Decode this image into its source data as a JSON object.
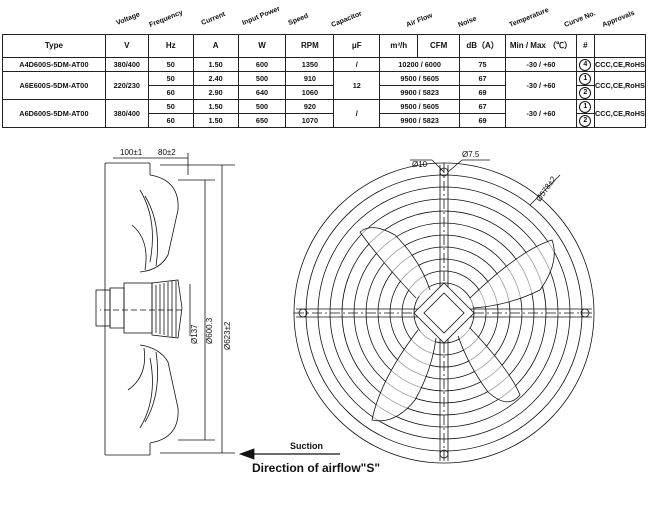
{
  "headers": [
    "Voltage",
    "Frequency",
    "Current",
    "Input Power",
    "Speed",
    "Capacitor",
    "Air Flow",
    "Noise",
    "Temperature",
    "Curve No.",
    "Approvals"
  ],
  "units": {
    "type": "Type",
    "voltage": "V",
    "freq": "Hz",
    "current": "A",
    "power": "W",
    "speed": "RPM",
    "cap": "μF",
    "air_m3": "m³/h",
    "air_sep": "/",
    "air_cfm": "CFM",
    "noise": "dB（A）",
    "temp": "Min / Max （℃）",
    "curve": "#"
  },
  "rows": [
    {
      "type": "A4D600S-5DM-AT00",
      "voltage": "380/400",
      "freq": "50",
      "current": "1.50",
      "power": "600",
      "speed": "1350",
      "cap": "/",
      "air": "10200 / 6000",
      "noise": "75",
      "temp": "-30 / +60",
      "curve": "4",
      "approvals": "CCC,CE,RoHS"
    },
    {
      "type": "A6E600S-5DM-AT00",
      "voltage": "220/230",
      "cap": "12",
      "temp": "-30 / +60",
      "approvals": "CCC,CE,RoHS",
      "sub": [
        {
          "freq": "50",
          "current": "2.40",
          "power": "500",
          "speed": "910",
          "air": "9500 / 5605",
          "noise": "67",
          "curve": "1"
        },
        {
          "freq": "60",
          "current": "2.90",
          "power": "640",
          "speed": "1060",
          "air": "9900 / 5823",
          "noise": "69",
          "curve": "2"
        }
      ]
    },
    {
      "type": "A6D600S-5DM-AT00",
      "voltage": "380/400",
      "cap": "/",
      "temp": "-30 / +60",
      "approvals": "CCC,CE,RoHS",
      "sub": [
        {
          "freq": "50",
          "current": "1.50",
          "power": "500",
          "speed": "920",
          "air": "9500 / 5605",
          "noise": "67",
          "curve": "1"
        },
        {
          "freq": "60",
          "current": "1.50",
          "power": "650",
          "speed": "1070",
          "air": "9900 / 5823",
          "noise": "69",
          "curve": "2"
        }
      ]
    }
  ],
  "drawing": {
    "dim_100": "100±1",
    "dim_80": "80±2",
    "dim_137": "Ø137",
    "dim_600": "Ø600.3",
    "dim_623": "Ø623±2",
    "dim_10": "Ø10",
    "dim_7_5": "Ø7.5",
    "dim_578": "Ø578±2",
    "suction": "Suction",
    "airflow": "Direction of airflow\"S\""
  }
}
